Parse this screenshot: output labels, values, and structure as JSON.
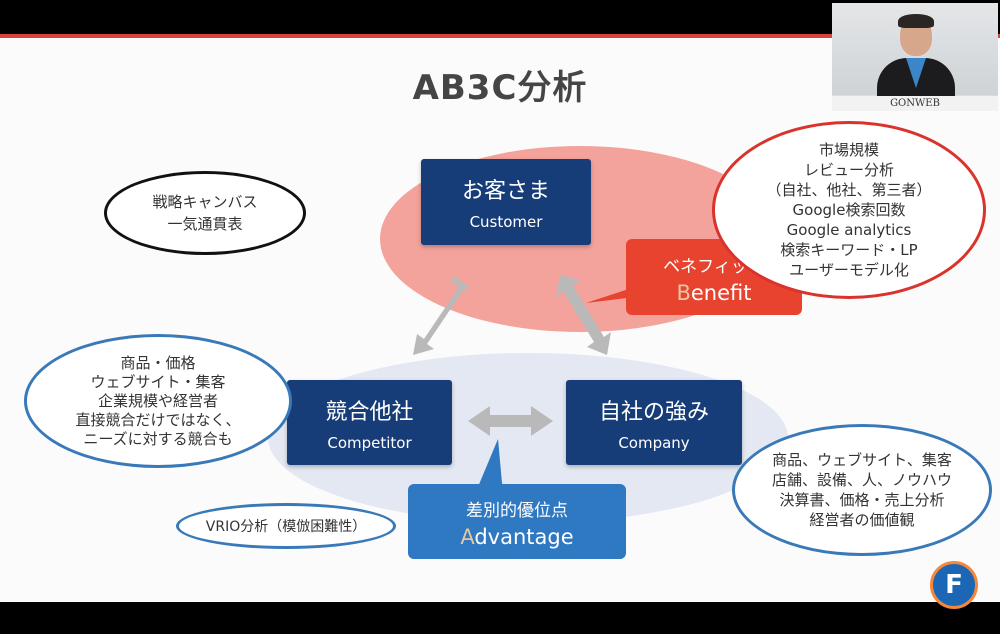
{
  "slide": {
    "title": "AB3C分析",
    "nodes": {
      "customer": {
        "jp": "お客さま",
        "en": "Customer"
      },
      "competitor": {
        "jp": "競合他社",
        "en": "Competitor"
      },
      "company": {
        "jp": "自社の強み",
        "en": "Company"
      }
    },
    "callouts": {
      "benefit": {
        "jp": "ベネフィット",
        "en_first": "B",
        "en_rest": "enefit"
      },
      "advantage": {
        "jp": "差別的優位点",
        "en_first": "A",
        "en_rest": "dvantage"
      }
    },
    "notes": {
      "strategy": [
        "戦略キャンバス",
        "一気通貫表"
      ],
      "customer": [
        "市場規模",
        "レビュー分析",
        "（自社、他社、第三者）",
        "Google検索回数",
        "Google analytics",
        "検索キーワード・LP",
        "ユーザーモデル化"
      ],
      "competitor": [
        "商品・価格",
        "ウェブサイト・集客",
        "企業規模や経営者",
        "直接競合だけではなく、",
        "ニーズに対する競合も"
      ],
      "company": [
        "商品、ウェブサイト、集客",
        "店舗、設備、人、ノウハウ",
        "決算書、価格・売上分析",
        "経営者の価値観"
      ],
      "vrio": "VRIO分析（模倣困難性）"
    }
  },
  "video": {
    "label": "GONWEB"
  },
  "logo": {
    "letter": "F"
  },
  "colors": {
    "navy": "#173d78",
    "red_callout": "#e7432f",
    "blue_callout": "#2f78c2",
    "red_blob": "#f3a39b",
    "blue_blob": "#e3e8f2"
  }
}
